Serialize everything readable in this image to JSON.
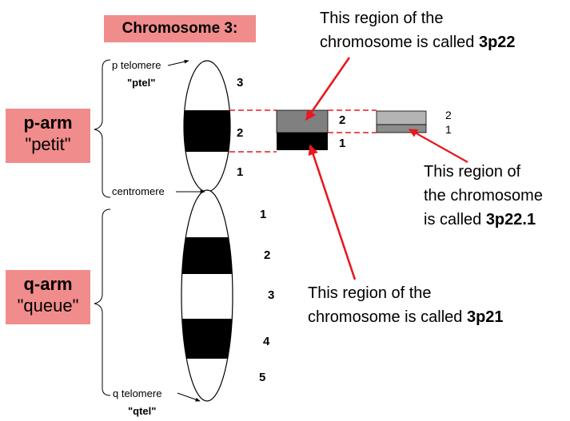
{
  "title": "Chromosome 3:",
  "p_arm": {
    "name": "p-arm",
    "meaning": "\"petit\""
  },
  "q_arm": {
    "name": "q-arm",
    "meaning": "\"queue\""
  },
  "labels": {
    "p_telomere": "p telomere",
    "ptel": "\"ptel\"",
    "centromere": "centromere",
    "q_telomere": "q telomere",
    "qtel": "\"qtel\""
  },
  "p_bands": [
    "3",
    "2",
    "1"
  ],
  "q_bands": [
    "1",
    "2",
    "3",
    "4",
    "5"
  ],
  "zoom1_bands": [
    "2",
    "1"
  ],
  "zoom2_bands": [
    "2",
    "1"
  ],
  "annotations": {
    "a3p22": {
      "line1": "This region of the",
      "line2_prefix": "chromosome is called ",
      "code": "3p22"
    },
    "a3p221": {
      "line1": "This region of",
      "line2": "the chromosome",
      "line3_prefix": "is called ",
      "code": "3p22.1"
    },
    "a3p21": {
      "line1": "This region of the",
      "line2_prefix": "chromosome is called ",
      "code": "3p21"
    }
  },
  "colors": {
    "highlight": "#f08c8c",
    "arrow": "#e8191f",
    "dashed": "#e8191f",
    "band_dark": "#000000",
    "zoom_gray": "#808080",
    "zoom_light": "#b4b4b4",
    "zoom_mid": "#8c8c8c"
  }
}
